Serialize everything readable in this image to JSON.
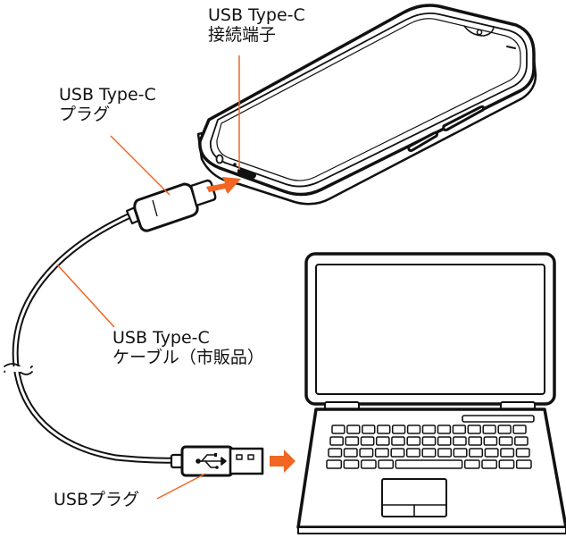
{
  "labels": {
    "port": [
      "USB Type-C",
      "接続端子"
    ],
    "plug_c": [
      "USB Type-C",
      "プラグ"
    ],
    "cable": [
      "USB Type-C",
      "ケーブル（市販品）"
    ],
    "plug_usb": "USBプラグ"
  },
  "colors": {
    "accent": "#f26522",
    "line": "#111111",
    "fill": "#ffffff"
  },
  "icons": {
    "usb": "usb-trident-icon"
  }
}
